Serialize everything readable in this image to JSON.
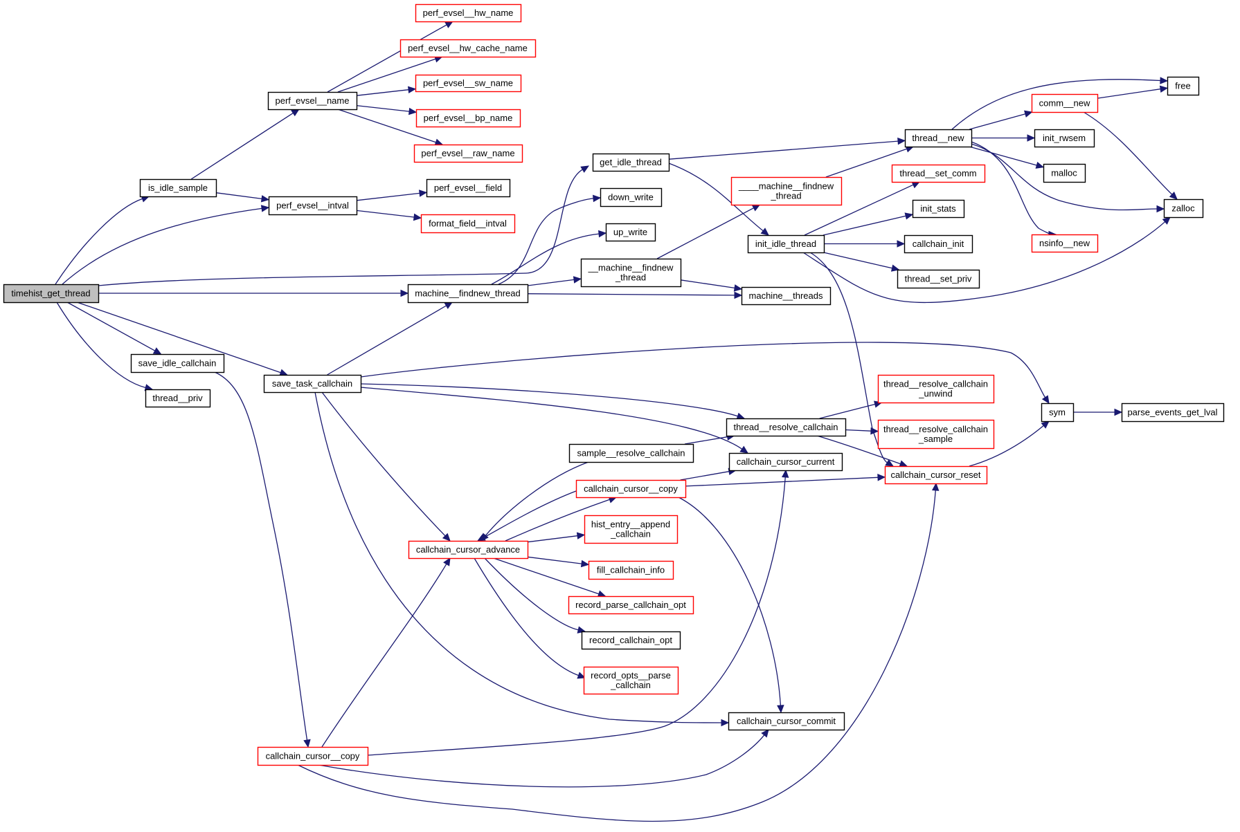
{
  "title": "timehist_get_thread call graph",
  "colors": {
    "edge": "#191970",
    "root_fill": "#bfbfbf",
    "documented_border": "#000000",
    "undocumented_border": "#ff0000"
  },
  "nodes": [
    {
      "id": "timehist_get_thread",
      "lines": [
        "timehist_get_thread"
      ],
      "kind": "root"
    },
    {
      "id": "is_idle_sample",
      "lines": [
        "is_idle_sample"
      ],
      "kind": "black"
    },
    {
      "id": "perf_evsel__name",
      "lines": [
        "perf_evsel__name"
      ],
      "kind": "black"
    },
    {
      "id": "perf_evsel__hw_name",
      "lines": [
        "perf_evsel__hw_name"
      ],
      "kind": "red"
    },
    {
      "id": "perf_evsel__hw_cache_name",
      "lines": [
        "perf_evsel__hw_cache_name"
      ],
      "kind": "red"
    },
    {
      "id": "perf_evsel__sw_name",
      "lines": [
        "perf_evsel__sw_name"
      ],
      "kind": "red"
    },
    {
      "id": "perf_evsel__bp_name",
      "lines": [
        "perf_evsel__bp_name"
      ],
      "kind": "red"
    },
    {
      "id": "perf_evsel__raw_name",
      "lines": [
        "perf_evsel__raw_name"
      ],
      "kind": "red"
    },
    {
      "id": "perf_evsel__intval",
      "lines": [
        "perf_evsel__intval"
      ],
      "kind": "black"
    },
    {
      "id": "perf_evsel__field",
      "lines": [
        "perf_evsel__field"
      ],
      "kind": "black"
    },
    {
      "id": "format_field__intval",
      "lines": [
        "format_field__intval"
      ],
      "kind": "red"
    },
    {
      "id": "get_idle_thread",
      "lines": [
        "get_idle_thread"
      ],
      "kind": "black"
    },
    {
      "id": "down_write",
      "lines": [
        "down_write"
      ],
      "kind": "black"
    },
    {
      "id": "up_write",
      "lines": [
        "up_write"
      ],
      "kind": "black"
    },
    {
      "id": "__machine__findnew_thread",
      "lines": [
        "__machine__findnew",
        "_thread"
      ],
      "kind": "black"
    },
    {
      "id": "machine__findnew_thread",
      "lines": [
        "machine__findnew_thread"
      ],
      "kind": "black"
    },
    {
      "id": "____machine__findnew_thread",
      "lines": [
        "____machine__findnew",
        "_thread"
      ],
      "kind": "red"
    },
    {
      "id": "machine__threads",
      "lines": [
        "machine__threads"
      ],
      "kind": "black"
    },
    {
      "id": "init_idle_thread",
      "lines": [
        "init_idle_thread"
      ],
      "kind": "black"
    },
    {
      "id": "thread__new",
      "lines": [
        "thread__new"
      ],
      "kind": "black"
    },
    {
      "id": "thread__set_comm",
      "lines": [
        "thread__set_comm"
      ],
      "kind": "red"
    },
    {
      "id": "init_stats",
      "lines": [
        "init_stats"
      ],
      "kind": "black"
    },
    {
      "id": "callchain_init",
      "lines": [
        "callchain_init"
      ],
      "kind": "black"
    },
    {
      "id": "thread__set_priv",
      "lines": [
        "thread__set_priv"
      ],
      "kind": "black"
    },
    {
      "id": "comm__new",
      "lines": [
        "comm__new"
      ],
      "kind": "red"
    },
    {
      "id": "init_rwsem",
      "lines": [
        "init_rwsem"
      ],
      "kind": "black"
    },
    {
      "id": "malloc",
      "lines": [
        "malloc"
      ],
      "kind": "black"
    },
    {
      "id": "nsinfo__new",
      "lines": [
        "nsinfo__new"
      ],
      "kind": "red"
    },
    {
      "id": "free",
      "lines": [
        "free"
      ],
      "kind": "black"
    },
    {
      "id": "zalloc",
      "lines": [
        "zalloc"
      ],
      "kind": "black"
    },
    {
      "id": "save_idle_callchain",
      "lines": [
        "save_idle_callchain"
      ],
      "kind": "black"
    },
    {
      "id": "thread__priv",
      "lines": [
        "thread__priv"
      ],
      "kind": "black"
    },
    {
      "id": "save_task_callchain",
      "lines": [
        "save_task_callchain"
      ],
      "kind": "black"
    },
    {
      "id": "thread__resolve_callchain",
      "lines": [
        "thread__resolve_callchain"
      ],
      "kind": "black"
    },
    {
      "id": "thread__resolve_callchain_unwind",
      "lines": [
        "thread__resolve_callchain",
        "_unwind"
      ],
      "kind": "red"
    },
    {
      "id": "thread__resolve_callchain_sample",
      "lines": [
        "thread__resolve_callchain",
        "_sample"
      ],
      "kind": "red"
    },
    {
      "id": "sym",
      "lines": [
        "sym"
      ],
      "kind": "black"
    },
    {
      "id": "parse_events_get_lval",
      "lines": [
        "parse_events_get_lval"
      ],
      "kind": "black"
    },
    {
      "id": "sample__resolve_callchain",
      "lines": [
        "sample__resolve_callchain"
      ],
      "kind": "black"
    },
    {
      "id": "callchain_cursor_current",
      "lines": [
        "callchain_cursor_current"
      ],
      "kind": "black"
    },
    {
      "id": "callchain_cursor_reset",
      "lines": [
        "callchain_cursor_reset"
      ],
      "kind": "red"
    },
    {
      "id": "callchain_cursor__copy_a",
      "lines": [
        "callchain_cursor__copy"
      ],
      "kind": "red"
    },
    {
      "id": "hist_entry__append_callchain",
      "lines": [
        "hist_entry__append",
        "_callchain"
      ],
      "kind": "red"
    },
    {
      "id": "callchain_cursor_advance",
      "lines": [
        "callchain_cursor_advance"
      ],
      "kind": "red"
    },
    {
      "id": "fill_callchain_info",
      "lines": [
        "fill_callchain_info"
      ],
      "kind": "red"
    },
    {
      "id": "record_parse_callchain_opt",
      "lines": [
        "record_parse_callchain_opt"
      ],
      "kind": "red"
    },
    {
      "id": "record_callchain_opt",
      "lines": [
        "record_callchain_opt"
      ],
      "kind": "black"
    },
    {
      "id": "record_opts__parse_callchain",
      "lines": [
        "record_opts__parse",
        "_callchain"
      ],
      "kind": "red"
    },
    {
      "id": "callchain_cursor_commit",
      "lines": [
        "callchain_cursor_commit"
      ],
      "kind": "black"
    },
    {
      "id": "callchain_cursor__copy_b",
      "lines": [
        "callchain_cursor__copy"
      ],
      "kind": "red"
    }
  ],
  "edges": [
    [
      "timehist_get_thread",
      "is_idle_sample"
    ],
    [
      "timehist_get_thread",
      "perf_evsel__intval"
    ],
    [
      "timehist_get_thread",
      "get_idle_thread"
    ],
    [
      "timehist_get_thread",
      "machine__findnew_thread"
    ],
    [
      "timehist_get_thread",
      "save_idle_callchain"
    ],
    [
      "timehist_get_thread",
      "thread__priv"
    ],
    [
      "timehist_get_thread",
      "save_task_callchain"
    ],
    [
      "is_idle_sample",
      "perf_evsel__name"
    ],
    [
      "is_idle_sample",
      "perf_evsel__intval"
    ],
    [
      "perf_evsel__name",
      "perf_evsel__hw_name"
    ],
    [
      "perf_evsel__name",
      "perf_evsel__hw_cache_name"
    ],
    [
      "perf_evsel__name",
      "perf_evsel__sw_name"
    ],
    [
      "perf_evsel__name",
      "perf_evsel__bp_name"
    ],
    [
      "perf_evsel__name",
      "perf_evsel__raw_name"
    ],
    [
      "perf_evsel__intval",
      "perf_evsel__field"
    ],
    [
      "perf_evsel__intval",
      "format_field__intval"
    ],
    [
      "get_idle_thread",
      "thread__new"
    ],
    [
      "get_idle_thread",
      "init_idle_thread"
    ],
    [
      "machine__findnew_thread",
      "down_write"
    ],
    [
      "machine__findnew_thread",
      "up_write"
    ],
    [
      "machine__findnew_thread",
      "__machine__findnew_thread"
    ],
    [
      "machine__findnew_thread",
      "machine__threads"
    ],
    [
      "__machine__findnew_thread",
      "____machine__findnew_thread"
    ],
    [
      "__machine__findnew_thread",
      "machine__threads"
    ],
    [
      "____machine__findnew_thread",
      "thread__new"
    ],
    [
      "init_idle_thread",
      "thread__set_comm"
    ],
    [
      "init_idle_thread",
      "init_stats"
    ],
    [
      "init_idle_thread",
      "callchain_init"
    ],
    [
      "init_idle_thread",
      "thread__set_priv"
    ],
    [
      "init_idle_thread",
      "zalloc"
    ],
    [
      "init_idle_thread",
      "callchain_cursor_reset"
    ],
    [
      "thread__new",
      "free"
    ],
    [
      "thread__new",
      "comm__new"
    ],
    [
      "thread__new",
      "init_rwsem"
    ],
    [
      "thread__new",
      "malloc"
    ],
    [
      "thread__new",
      "zalloc"
    ],
    [
      "thread__new",
      "nsinfo__new"
    ],
    [
      "comm__new",
      "free"
    ],
    [
      "comm__new",
      "zalloc"
    ],
    [
      "save_idle_callchain",
      "callchain_cursor__copy_b"
    ],
    [
      "save_task_callchain",
      "machine__findnew_thread"
    ],
    [
      "save_task_callchain",
      "sym"
    ],
    [
      "save_task_callchain",
      "thread__resolve_callchain"
    ],
    [
      "save_task_callchain",
      "callchain_cursor_current"
    ],
    [
      "save_task_callchain",
      "callchain_cursor_advance"
    ],
    [
      "save_task_callchain",
      "callchain_cursor_commit"
    ],
    [
      "thread__resolve_callchain",
      "thread__resolve_callchain_unwind"
    ],
    [
      "thread__resolve_callchain",
      "thread__resolve_callchain_sample"
    ],
    [
      "thread__resolve_callchain",
      "callchain_cursor_reset"
    ],
    [
      "callchain_cursor_reset",
      "sym"
    ],
    [
      "sym",
      "parse_events_get_lval"
    ],
    [
      "sample__resolve_callchain",
      "thread__resolve_callchain"
    ],
    [
      "sample__resolve_callchain",
      "callchain_cursor_advance"
    ],
    [
      "callchain_cursor__copy_a",
      "callchain_cursor_current"
    ],
    [
      "callchain_cursor__copy_a",
      "callchain_cursor_reset"
    ],
    [
      "callchain_cursor__copy_a",
      "callchain_cursor_advance"
    ],
    [
      "callchain_cursor__copy_a",
      "callchain_cursor_commit"
    ],
    [
      "callchain_cursor_advance",
      "callchain_cursor__copy_a"
    ],
    [
      "callchain_cursor_advance",
      "hist_entry__append_callchain"
    ],
    [
      "callchain_cursor_advance",
      "fill_callchain_info"
    ],
    [
      "callchain_cursor_advance",
      "record_parse_callchain_opt"
    ],
    [
      "callchain_cursor_advance",
      "record_callchain_opt"
    ],
    [
      "callchain_cursor_advance",
      "record_opts__parse_callchain"
    ],
    [
      "callchain_cursor__copy_b",
      "callchain_cursor_advance"
    ],
    [
      "callchain_cursor__copy_b",
      "callchain_cursor_current"
    ],
    [
      "callchain_cursor__copy_b",
      "callchain_cursor_commit"
    ],
    [
      "callchain_cursor__copy_b",
      "callchain_cursor_reset"
    ]
  ]
}
